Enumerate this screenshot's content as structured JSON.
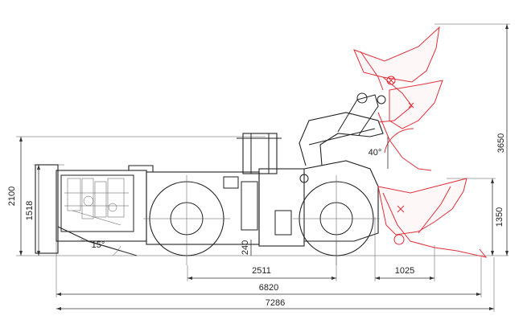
{
  "dimensions": {
    "overall_height": "2100",
    "body_height": "1518",
    "max_lift_height": "3650",
    "dump_height": "1350",
    "wheelbase": "2511",
    "body_length": "6820",
    "overall_length": "7286",
    "dump_reach": "1025",
    "ground_clearance": "240"
  },
  "angles": {
    "departure_angle": "15°",
    "dump_angle": "40°"
  },
  "colors": {
    "machine_line": "#222222",
    "bucket_positions": "#e0303a",
    "dimension_line": "#333333"
  }
}
